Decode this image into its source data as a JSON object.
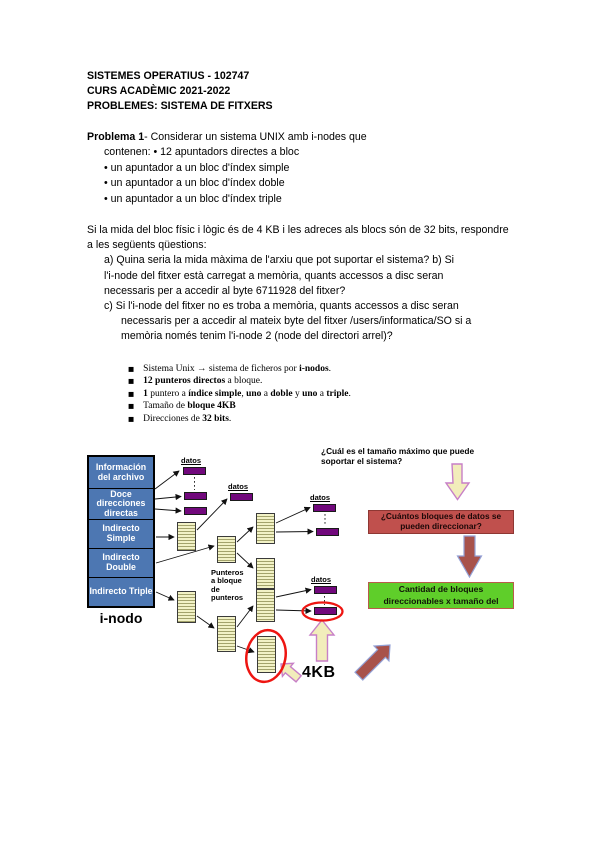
{
  "header": {
    "line1": "SISTEMES OPERATIUS - 102747",
    "line2": "CURS ACADÈMIC 2021-2022",
    "line3": "PROBLEMES: SISTEMA DE FITXERS"
  },
  "problem": {
    "title_bold": "Problema 1",
    "title_rest": "- Considerar un sistema UNIX amb i-nodes que",
    "line2": "contenen: • 12 apuntadors directes a bloc",
    "bullets": [
      "• un apuntador a un bloc d'índex simple",
      "• un apuntador a un bloc d'índex doble",
      "• un apuntador a un bloc d'índex triple"
    ]
  },
  "questions": {
    "intro": [
      "Si la mida del bloc físic i lògic és de 4 KB i les adreces als blocs són de 32 bits, respondre",
      "a les següents qüestions:"
    ],
    "ab_lines": [
      "a) Quina seria la mida màxima de l'arxiu que pot suportar el sistema? b) Si",
      "l'i-node del fitxer està carregat a memòria, quants accessos a disc seran",
      "necessaris per a accedir al byte 6711928 del fitxer?",
      "c) Si l'i-node del fitxer no es troba a memòria, quants accessos a disc seran"
    ],
    "c_cont": [
      "necessaris per a accedir al mateix byte del fitxer /users/informatica/SO si a",
      "memòria només tenim l'i-node 2 (node del directori arrel)?"
    ]
  },
  "unix_list": {
    "bullet_glyph": "■",
    "items": [
      [
        {
          "t": "Sistema Unix → sistema de ficheros por ",
          "b": 0
        },
        {
          "t": "i-nodos",
          "b": 1
        },
        {
          "t": ".",
          "b": 0
        }
      ],
      [
        {
          "t": "12 punteros directos",
          "b": 1
        },
        {
          "t": " a bloque.",
          "b": 0
        }
      ],
      [
        {
          "t": "1",
          "b": 1
        },
        {
          "t": " puntero a ",
          "b": 0
        },
        {
          "t": "índice simple",
          "b": 1
        },
        {
          "t": ", ",
          "b": 0
        },
        {
          "t": "uno",
          "b": 1
        },
        {
          "t": " a ",
          "b": 0
        },
        {
          "t": "doble",
          "b": 1
        },
        {
          "t": " y ",
          "b": 0
        },
        {
          "t": "uno",
          "b": 1
        },
        {
          "t": " a ",
          "b": 0
        },
        {
          "t": "triple",
          "b": 1
        },
        {
          "t": ".",
          "b": 0
        }
      ],
      [
        {
          "t": "Tamaño de ",
          "b": 0
        },
        {
          "t": "bloque 4KB",
          "b": 1
        }
      ],
      [
        {
          "t": "Direcciones de ",
          "b": 0
        },
        {
          "t": "32 bits",
          "b": 1
        },
        {
          "t": ".",
          "b": 0
        }
      ]
    ]
  },
  "diagram": {
    "inode": {
      "rows": [
        "Información del archivo",
        "Doce direcciones directas",
        "Indirecto Simple",
        "Indirecto Double",
        "Indirecto Triple"
      ],
      "label": "i-nodo"
    },
    "datos_label": "datos",
    "punteros_caption": "Punteros\na bloque\nde\npunteros",
    "size_label": "4KB",
    "q_top": "¿Cuál es el tamaño máximo que puede soportar el sistema?",
    "q_red": "¿Cuántos bloques de datos se pueden direccionar?",
    "q_green": "Cantidad de bloques direccionables x tamaño del",
    "colors": {
      "inode_blue": "#4d77b2",
      "pointer_yellow": "#f2f2c6",
      "data_purple": "#71087c",
      "box_red": "#c0504d",
      "box_green": "#5fce2a",
      "arrow_cream": "#f2edbb",
      "arrow_brick": "#a8524b",
      "highlight_red": "#ee1511"
    }
  }
}
